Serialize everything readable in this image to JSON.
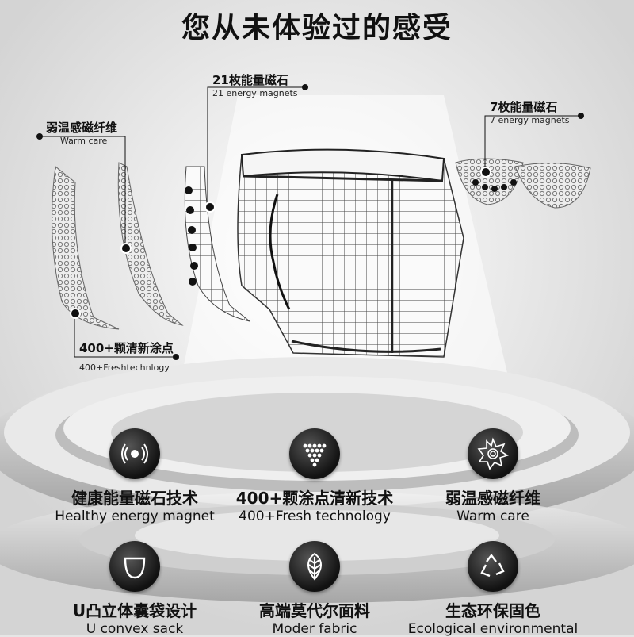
{
  "headline": "您从未体验过的感受",
  "callouts": [
    {
      "cn": "21枚能量磁石",
      "en": "21 energy magnets"
    },
    {
      "cn": "弱温感磁纤维",
      "en": "Warm care"
    },
    {
      "cn": "7枚能量磁石",
      "en": "7 energy magnets"
    },
    {
      "cn": "400+颗清新涂点",
      "en": "400+Freshtechnlogy"
    }
  ],
  "features": [
    {
      "icon": "magnet-pulse-icon",
      "cn": "健康能量磁石技术",
      "en": "Healthy energy magnet"
    },
    {
      "icon": "dot-triangle-icon",
      "cn": "400+颗涂点清新技术",
      "en": "400+Fresh technology"
    },
    {
      "icon": "sun-flower-icon",
      "cn": "弱温感磁纤维",
      "en": "Warm care"
    },
    {
      "icon": "pouch-icon",
      "cn": "U凸立体囊袋设计",
      "en": "U convex sack"
    },
    {
      "icon": "leaf-icon",
      "cn": "高端莫代尔面料",
      "en": "Moder fabric"
    },
    {
      "icon": "recycle-icon",
      "cn": "生态环保固色",
      "en": "Ecological environmental"
    }
  ],
  "colors": {
    "background": "#e6e6e6",
    "ink": "#111111",
    "platform": "#cfcfcf"
  }
}
